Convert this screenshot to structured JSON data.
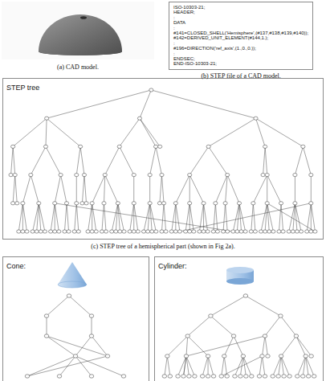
{
  "diagram": {
    "nodes": [
      {
        "text": [
          "ISO-10303-21;",
          "HEADER;",
          ":",
          "DATA",
          ":",
          "#141=CLOSED_SHELL('Hemisphere',(#137,#138,#139,#140));",
          "#142=DERIVED_UNIT_ELEMENT(#144,1.);",
          ":",
          "#196=DIRECTION('ref_axis',(1.,0.,0.));",
          ":",
          "ENDSEC;",
          "END-ISO-10303-21;"
        ]
      },
      {
        "text": [
          "STEP tree"
        ]
      },
      {
        "text": [
          "Cone:"
        ]
      },
      {
        "text": [
          "Cylinder:"
        ]
      }
    ],
    "labels": [
      "(a) CAD model.",
      "(b) STEP file of a CAD model.",
      "(c) STEP tree of a hemispherical part (shown in Fig 2a)."
    ]
  }
}
